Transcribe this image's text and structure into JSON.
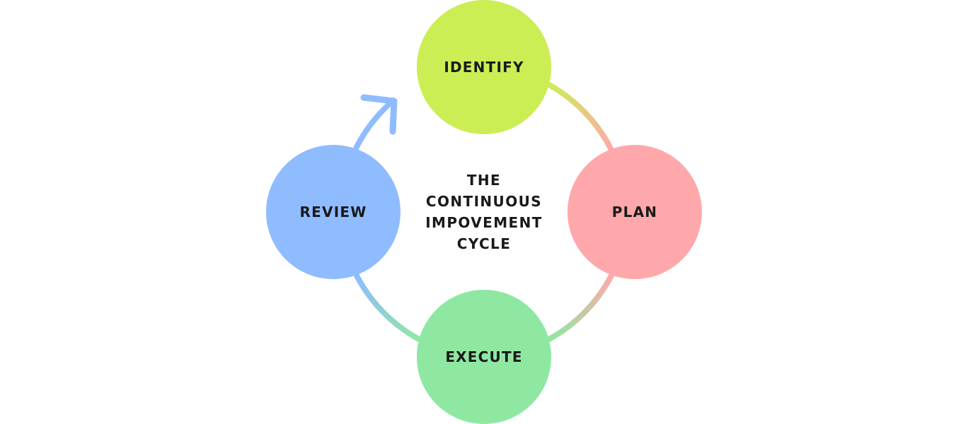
{
  "diagram": {
    "title_lines": [
      "THE",
      "CONTINUOUS",
      "IMPOVEMENT",
      "CYCLE"
    ],
    "nodes": [
      {
        "label": "IDENTIFY",
        "color": "#cbee55"
      },
      {
        "label": "PLAN",
        "color": "#ffa8ab"
      },
      {
        "label": "EXECUTE",
        "color": "#8fe8a2"
      },
      {
        "label": "REVIEW",
        "color": "#8fbcff"
      }
    ],
    "arrow_color": "#8fbcff"
  }
}
